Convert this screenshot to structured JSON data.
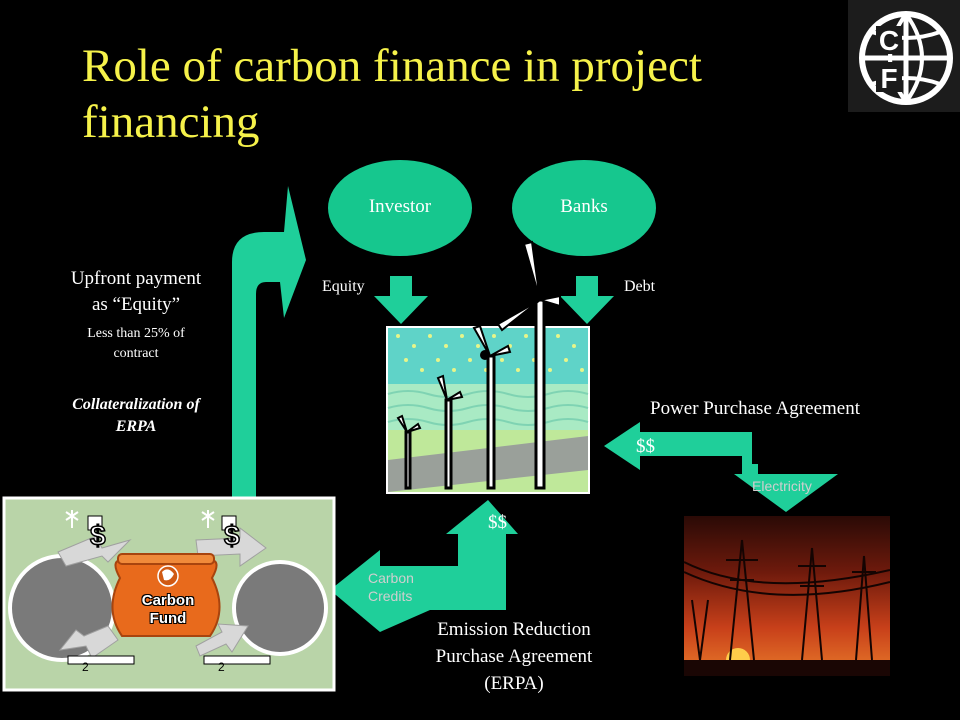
{
  "title": "Role of carbon finance in project financing",
  "nodes": {
    "investor": "Investor",
    "banks": "Banks",
    "carbon_fund": [
      "Carbon",
      "Fund"
    ]
  },
  "flows": {
    "equity": "Equity",
    "debt": "Debt",
    "power_purchase": "Power Purchase Agreement",
    "ppa_payment": "$$",
    "electricity": "Electricity",
    "erpa_payment": "$$",
    "carbon_credits": [
      "Carbon",
      "Credits"
    ]
  },
  "left_text": {
    "upfront_line1": "Upfront payment",
    "upfront_line2": "as “Equity”",
    "upfront_sub1": "Less than 25% of",
    "upfront_sub2": "contract",
    "collateral1": "Collateralization of",
    "collateral2": "ERPA"
  },
  "erpa": {
    "line1": "Emission Reduction",
    "line2": "Purchase Agreement",
    "line3": "(ERPA)"
  },
  "fund_graphic": {
    "dollar_left": "$",
    "dollar_right": "$",
    "num_left": "2",
    "num_right": "2"
  },
  "logo": {
    "letters": [
      "C",
      "F"
    ]
  },
  "colors": {
    "title": "#f6f24a",
    "flow": "#1fcf9a",
    "node": "#16c78e",
    "fund_bg": "#b9d4a8",
    "pot": "#e86a1c"
  }
}
